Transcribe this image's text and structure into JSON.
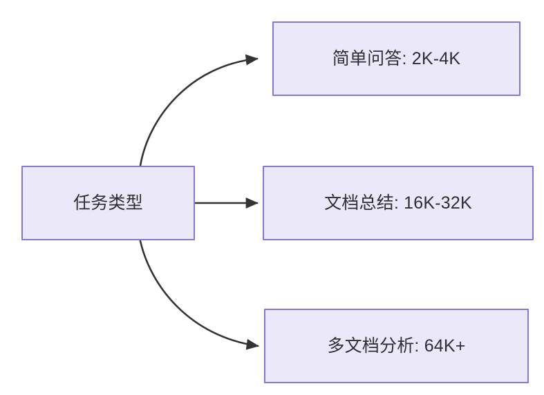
{
  "diagram": {
    "type": "flowchart",
    "direction": "left-to-right",
    "background_color": "#ffffff",
    "node_fill_color": "#ebe8fa",
    "node_border_color": "#8c74d6",
    "node_text_color": "#2e2e33",
    "edge_color": "#333333",
    "root": {
      "id": "task-type",
      "label": "任务类型"
    },
    "branches": [
      {
        "id": "simple-qa",
        "label": "简单问答: 2K-4K",
        "task": "简单问答",
        "range": "2K-4K",
        "edge_style": "curved-up",
        "arrowhead": "filled-triangle"
      },
      {
        "id": "doc-summary",
        "label": "文档总结: 16K-32K",
        "task": "文档总结",
        "range": "16K-32K",
        "edge_style": "straight",
        "arrowhead": "filled-triangle"
      },
      {
        "id": "multi-doc",
        "label": "多文档分析: 64K+",
        "task": "多文档分析",
        "range": "64K+",
        "edge_style": "curved-down",
        "arrowhead": "filled-triangle"
      }
    ]
  }
}
